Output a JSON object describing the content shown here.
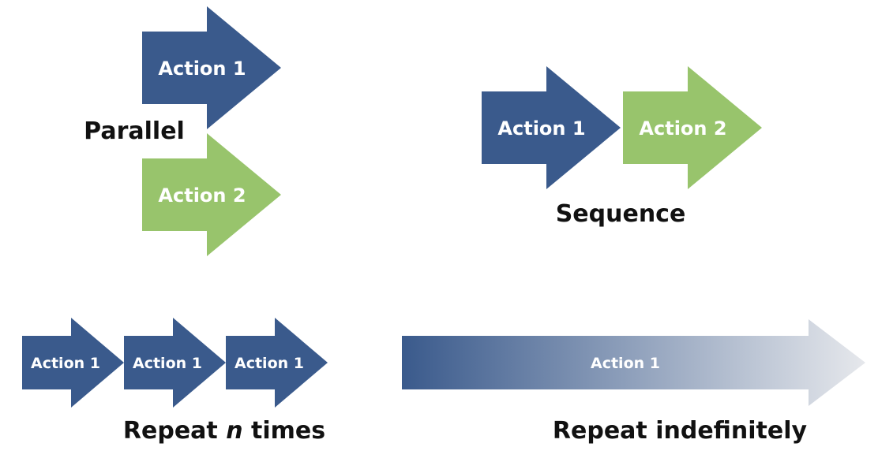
{
  "colors": {
    "blue": "#3a5a8c",
    "green": "#98c46c",
    "gradient_end": "#e6e8ec",
    "caption": "#111111",
    "label": "#ffffff"
  },
  "parallel": {
    "caption": "Parallel",
    "arrows": [
      {
        "label": "Action 1",
        "color": "blue"
      },
      {
        "label": "Action 2",
        "color": "green"
      }
    ]
  },
  "sequence": {
    "caption": "Sequence",
    "arrows": [
      {
        "label": "Action 1",
        "color": "blue"
      },
      {
        "label": "Action 2",
        "color": "green"
      }
    ]
  },
  "repeat_n": {
    "caption_before": "Repeat ",
    "caption_italic": "n",
    "caption_after": " times",
    "arrows": [
      {
        "label": "Action 1",
        "color": "blue"
      },
      {
        "label": "Action 1",
        "color": "blue"
      },
      {
        "label": "Action 1",
        "color": "blue"
      }
    ]
  },
  "repeat_indefinitely": {
    "caption": "Repeat indefinitely",
    "arrow": {
      "label": "Action 1"
    }
  }
}
